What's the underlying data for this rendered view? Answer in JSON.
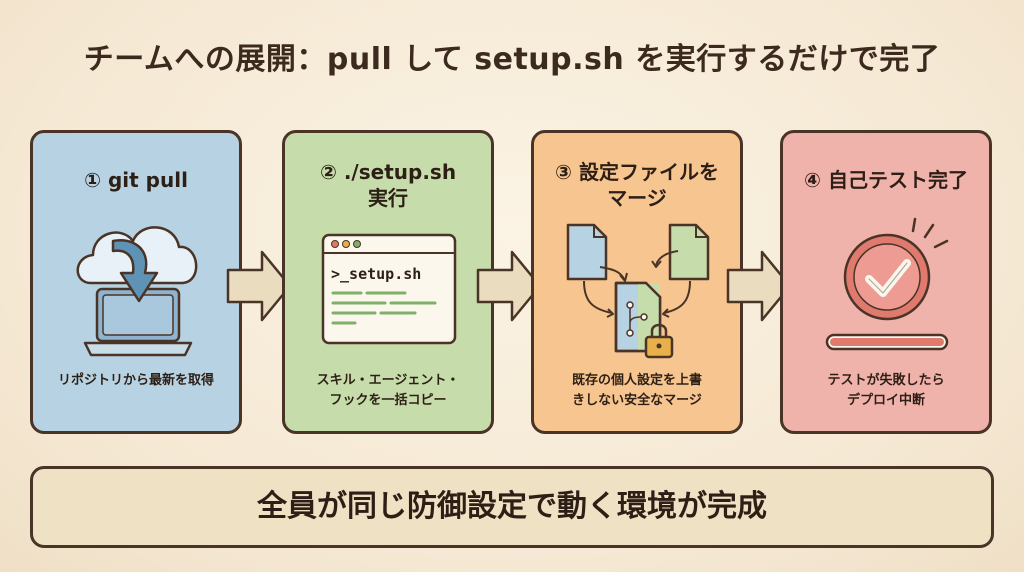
{
  "title": "チームへの展開：pull して setup.sh を実行するだけで完了",
  "steps": [
    {
      "title_lines": [
        "① git pull"
      ],
      "desc_lines": [
        "リポジトリから最新を取得"
      ],
      "icon": "cloud-download-laptop-icon"
    },
    {
      "title_lines": [
        "② ./setup.sh",
        "実行"
      ],
      "desc_lines": [
        "スキル・エージェント・",
        "フックを一括コピー"
      ],
      "icon": "terminal-window-icon",
      "terminal_text": ">_setup.sh"
    },
    {
      "title_lines": [
        "③ 設定ファイルを",
        "マージ"
      ],
      "desc_lines": [
        "既存の個人設定を上書",
        "きしない安全なマージ"
      ],
      "icon": "file-merge-lock-icon"
    },
    {
      "title_lines": [
        "④ 自己テスト完了"
      ],
      "desc_lines": [
        "テストが失敗したら",
        "デプロイ中断"
      ],
      "icon": "checkmark-progress-icon"
    }
  ],
  "banner": "全員が同じ防御設定で動く環境が完成",
  "colors": {
    "card_1": "#b7d3e3",
    "card_2": "#c6dcab",
    "card_3": "#f7c58f",
    "card_4": "#f0b3ac",
    "border": "#4a3427",
    "banner_bg": "#efe1c3",
    "arrow": "#e9dcbf"
  }
}
